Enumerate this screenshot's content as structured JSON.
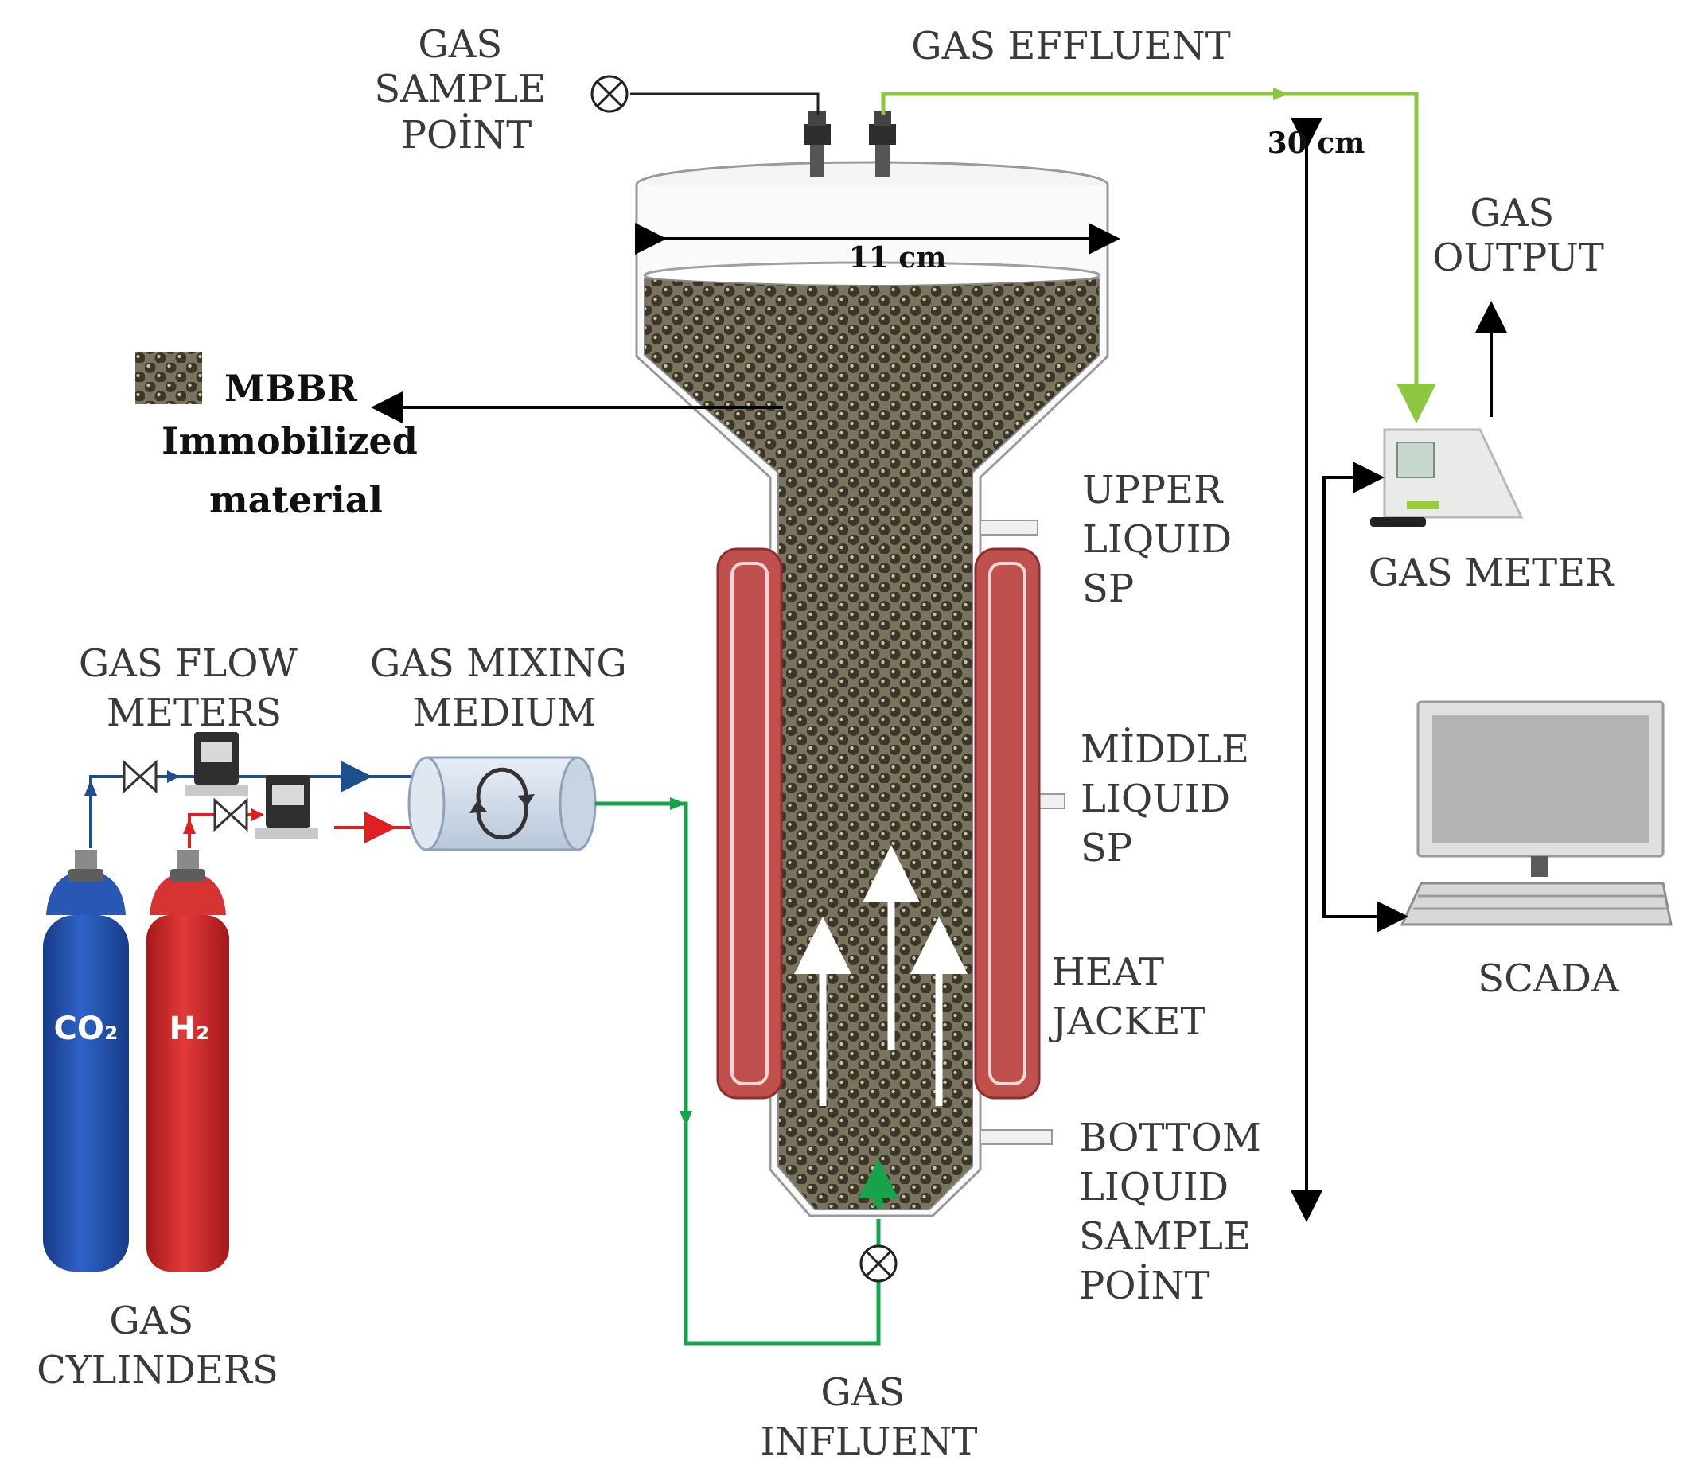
{
  "labels": {
    "gas_sample_point": [
      "GAS",
      "SAMPLE",
      "POİNT"
    ],
    "gas_effluent": "GAS EFFLUENT",
    "dim_height": "30 cm",
    "dim_width": "11 cm",
    "gas_output": [
      "GAS",
      "OUTPUT"
    ],
    "mbbr": "MBBR",
    "immobilized": [
      "Immobilized",
      "material"
    ],
    "upper_liquid_sp": [
      "UPPER",
      "LIQUID",
      "SP"
    ],
    "gas_meter": "GAS METER",
    "gas_flow_meters": [
      "GAS FLOW",
      "METERS"
    ],
    "gas_mixing_medium": [
      "GAS MIXING",
      "MEDIUM"
    ],
    "middle_liquid_sp": [
      "MİDDLE",
      "LIQUID",
      "SP"
    ],
    "heat_jacket": [
      "HEAT",
      "JACKET"
    ],
    "scada": "SCADA",
    "bottom_liquid_sample_point": [
      "BOTTOM",
      "LIQUID",
      "SAMPLE",
      "POİNT"
    ],
    "gas_cylinders": [
      "GAS",
      "CYLINDERS"
    ],
    "gas_influent": [
      "GAS",
      "INFLUENT"
    ],
    "co2": "CO₂",
    "h2": "H₂"
  },
  "colors": {
    "effluent_line": "#8dc63f",
    "influent_line": "#16a34a",
    "co2_line": "#1f4e8c",
    "h2_line": "#e02020",
    "heat_jacket": "#c0504d",
    "co2_cylinder": "#1f4ea8",
    "h2_cylinder": "#d42a2a",
    "packing": "#4a4536"
  },
  "icons": [
    "valve-icon",
    "flow-meter-icon",
    "mixer-icon",
    "gas-meter-icon",
    "computer-icon",
    "gas-cylinder-icon"
  ]
}
